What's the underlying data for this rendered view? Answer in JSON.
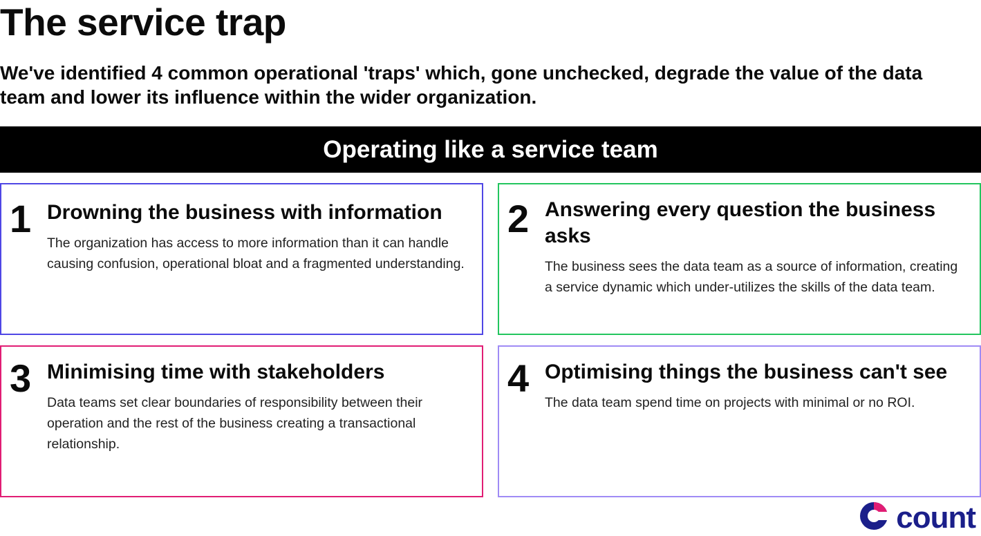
{
  "header": {
    "title": "The service trap",
    "subtitle": "We've identified 4 common operational 'traps' which, gone unchecked, degrade the value of the data team and lower its influence within the wider organization."
  },
  "banner": {
    "title": "Operating like a service team"
  },
  "cards": [
    {
      "number": "1",
      "heading": "Drowning the business with information",
      "text": "The organization has access to more information than it can handle causing confusion, operational bloat and a fragmented understanding.",
      "border_color": "#4f46e5"
    },
    {
      "number": "2",
      "heading": "Answering every question the business asks",
      "text": "The business sees the data team as a source of information, creating a service dynamic which under-utilizes the skills of the data team.",
      "border_color": "#22c55e"
    },
    {
      "number": "3",
      "heading": "Minimising time with stakeholders",
      "text": "Data teams set clear boundaries of responsibility between their operation and the rest of the business creating a transactional relationship.",
      "border_color": "#e11d74"
    },
    {
      "number": "4",
      "heading": "Optimising things the business can't see",
      "text": "The data team spend time on projects with minimal or no ROI.",
      "border_color": "#9f8bf5"
    }
  ],
  "logo": {
    "text": "count",
    "icon": "count-logo-icon",
    "colors": {
      "primary": "#1b1f8a",
      "accent": "#e11d74"
    }
  }
}
